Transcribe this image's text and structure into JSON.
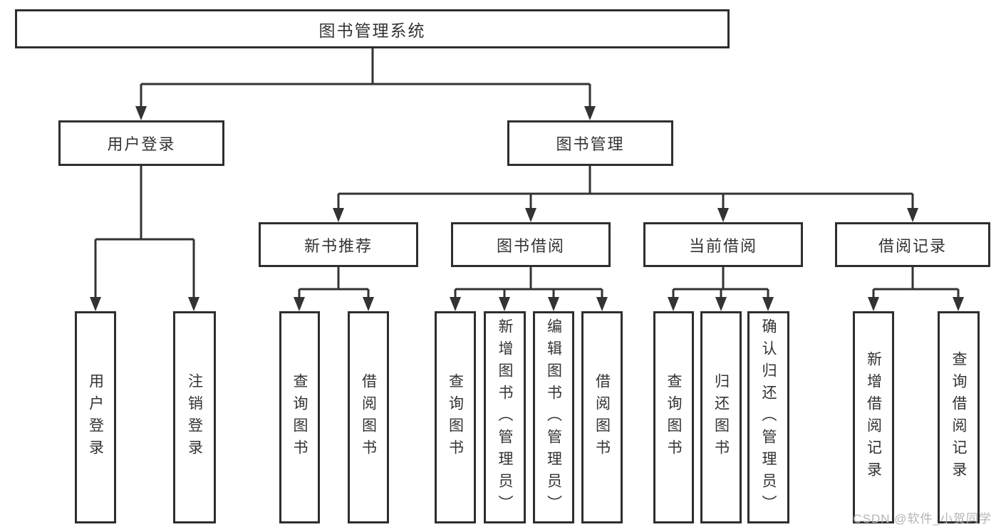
{
  "tree": {
    "root": {
      "label": "图书管理系统",
      "children": [
        {
          "label": "用户登录",
          "children": [
            {
              "label": "用户登录"
            },
            {
              "label": "注销登录"
            }
          ]
        },
        {
          "label": "图书管理",
          "children": [
            {
              "label": "新书推荐",
              "children": [
                {
                  "label": "查询图书"
                },
                {
                  "label": "借阅图书"
                }
              ]
            },
            {
              "label": "图书借阅",
              "children": [
                {
                  "label": "查询图书"
                },
                {
                  "label": "新增图书（管理员）"
                },
                {
                  "label": "编辑图书（管理员）"
                },
                {
                  "label": "借阅图书"
                }
              ]
            },
            {
              "label": "当前借阅",
              "children": [
                {
                  "label": "查询图书"
                },
                {
                  "label": "归还图书"
                },
                {
                  "label": "确认归还（管理员）"
                }
              ]
            },
            {
              "label": "借阅记录",
              "children": [
                {
                  "label": "新增借阅记录"
                },
                {
                  "label": "查询借阅记录"
                }
              ]
            }
          ]
        }
      ]
    }
  },
  "watermark": {
    "text": "CSDN @软件_小贺同学"
  },
  "colors": {
    "line": "#333333",
    "box_border": "#2e2e2e",
    "text": "#333333",
    "watermark": "#b4b4b4",
    "background": "#ffffff"
  }
}
